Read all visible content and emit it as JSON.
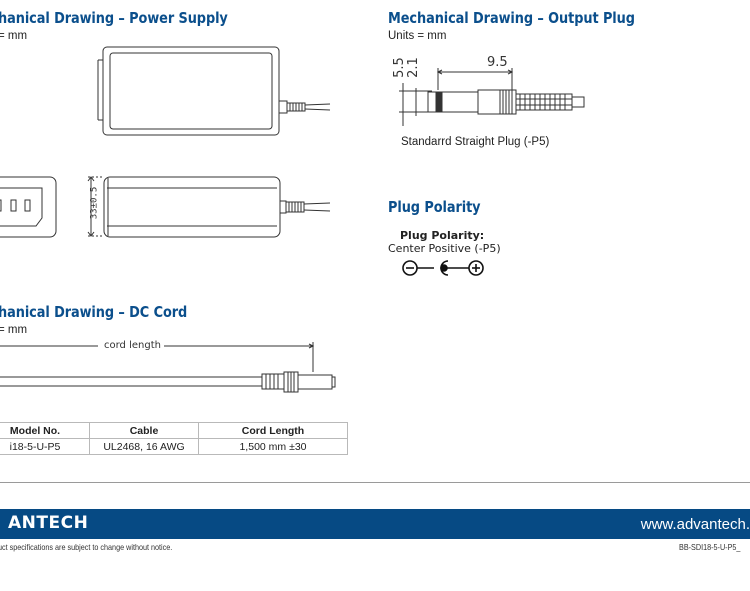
{
  "power_supply": {
    "title": "hanical Drawing – Power Supply",
    "units": " = mm",
    "dimension": "33±0.5"
  },
  "output_plug": {
    "title": "Mechanical Drawing – Output Plug",
    "units": "Units = mm",
    "dim_outer": "5.5",
    "dim_inner": "2.1",
    "dim_length": "9.5",
    "caption": "Standarrd Straight Plug (-P5)"
  },
  "plug_polarity": {
    "title": "Plug Polarity",
    "label": "Plug Polarity:",
    "value": "Center Positive (-P5)"
  },
  "dc_cord": {
    "title": "hanical Drawing – DC Cord",
    "units": " = mm",
    "cord_length_label": "cord length"
  },
  "spec_table": {
    "headers": [
      "Model No.",
      "Cable",
      "Cord Length"
    ],
    "rows": [
      [
        "i18-5-U-P5",
        "UL2468, 16 AWG",
        "1,500 mm ±30"
      ]
    ]
  },
  "footer": {
    "brand": "ANTECH",
    "url": "www.advantech.",
    "disclaimer": "uct specifications are subject to change without notice.",
    "doc_code": "BB-SDI18-5-U-P5_"
  },
  "colors": {
    "heading": "#0b4f8c",
    "footer_bar": "#064a84"
  }
}
